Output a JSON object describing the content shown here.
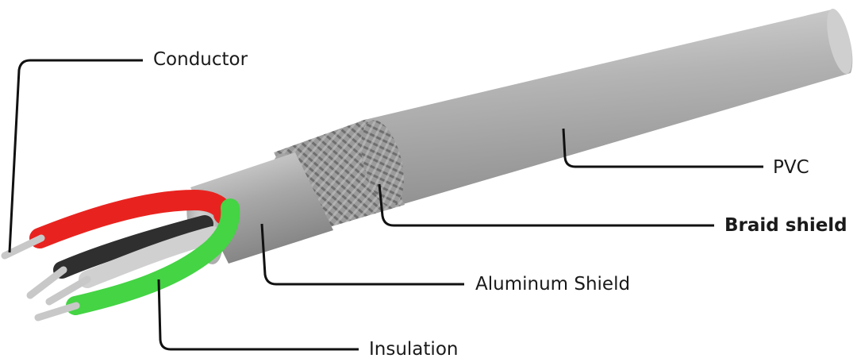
{
  "labels": {
    "conductor": "Conductor",
    "pvc": "PVC",
    "braid_shield": "Braid shield",
    "aluminum_shield": "Aluminum Shield",
    "insulation": "Insulation"
  },
  "colors": {
    "pvc_jacket": "#a9a9a9",
    "aluminum_shield": "#9a9a9a",
    "braid": "#8a8a8a",
    "red_wire": "#e8231f",
    "green_wire": "#4ad64a",
    "black_wire": "#3a3a3a",
    "white_wire": "#d4d4d4",
    "conductor": "#c8c8c8",
    "leader_line": "#111111"
  }
}
